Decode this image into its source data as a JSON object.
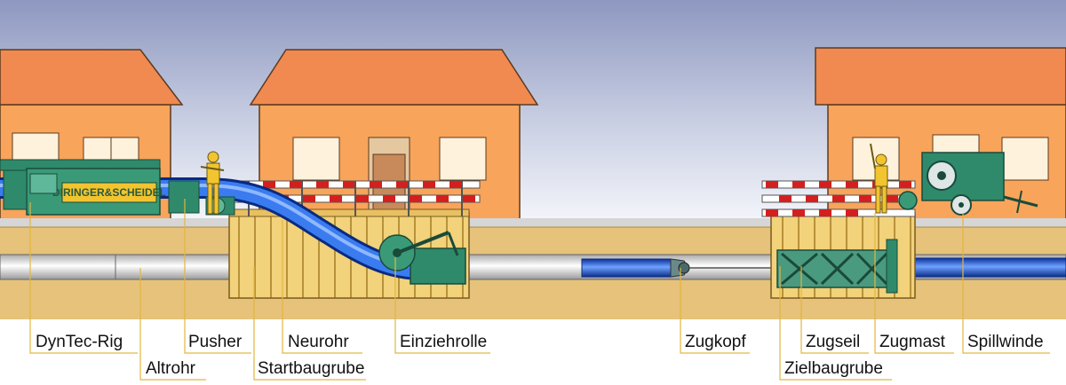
{
  "brand": "DIRINGER&SCHEIDEL",
  "colors": {
    "sky_top": "#9aa3c6",
    "sky_bottom": "#f4f6fb",
    "soil": "#e6c27a",
    "roof": "#f08a50",
    "wall": "#f8a45a",
    "pipe_blue": "#1f5fd8",
    "machine_green": "#2e8a6a",
    "pit_wood": "#f2d27a",
    "leader_line": "#e2b640"
  },
  "labels": {
    "dyntec_rig": "DynTec-Rig",
    "altrohr": "Altrohr",
    "pusher": "Pusher",
    "startbaugrube": "Startbaugrube",
    "neurohr": "Neurohr",
    "einziehrolle": "Einziehrolle",
    "zugkopf": "Zugkopf",
    "zielbaugrube": "Zielbaugrube",
    "zugseil": "Zugseil",
    "zugmast": "Zugmast",
    "spillwinde": "Spillwinde"
  }
}
